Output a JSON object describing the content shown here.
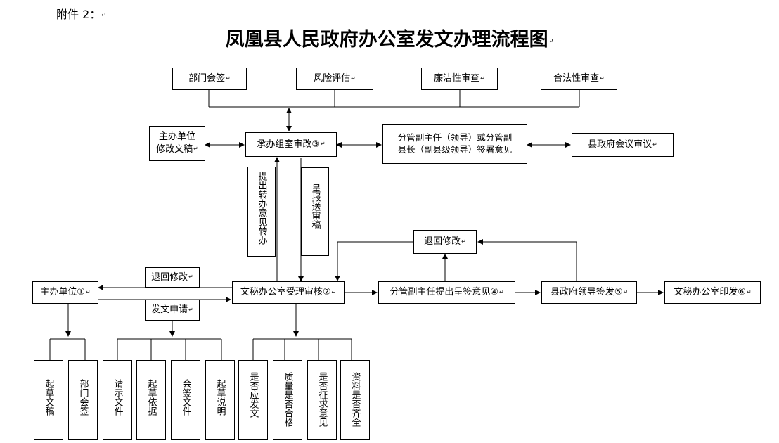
{
  "header": {
    "attachment_label": "附件 2："
  },
  "title": "凤凰县人民政府办公室发文办理流程图",
  "review_boxes": [
    "部门会签",
    "风险评估",
    "廉洁性审查",
    "合法性审查"
  ],
  "side_boxes": {
    "main_unit_revise": [
      "主办单位",
      "修改文稿"
    ],
    "chengban_review": "承办组室审改③",
    "leader_sign": [
      "分管副主任（领导）或分管副",
      "县长（副县级领导）签署意见"
    ],
    "county_meeting": "县政府会议审议"
  },
  "vertical_notes": {
    "transfer": "提出转办意见转办",
    "submit": "呈报送审稿"
  },
  "flow_boxes": {
    "main_unit": "主办单位①",
    "return_modify_left": "退回修改",
    "send_request": "发文申请",
    "secretary_accept": "文秘办公室受理审核②",
    "deputy_director": "分管副主任提出呈签意见④",
    "return_modify_top": "退回修改",
    "county_leader": "县政府领导签发⑤",
    "secretary_print": "文秘办公室印发⑥"
  },
  "bottom_left": [
    "起草文稿",
    "部门会签"
  ],
  "bottom_middle": [
    "请示文件",
    "起草依据",
    "会签文件",
    "起草说明"
  ],
  "bottom_right": [
    "是否应发文",
    "质量是否合格",
    "是否征求意见",
    "资料是否齐全"
  ]
}
